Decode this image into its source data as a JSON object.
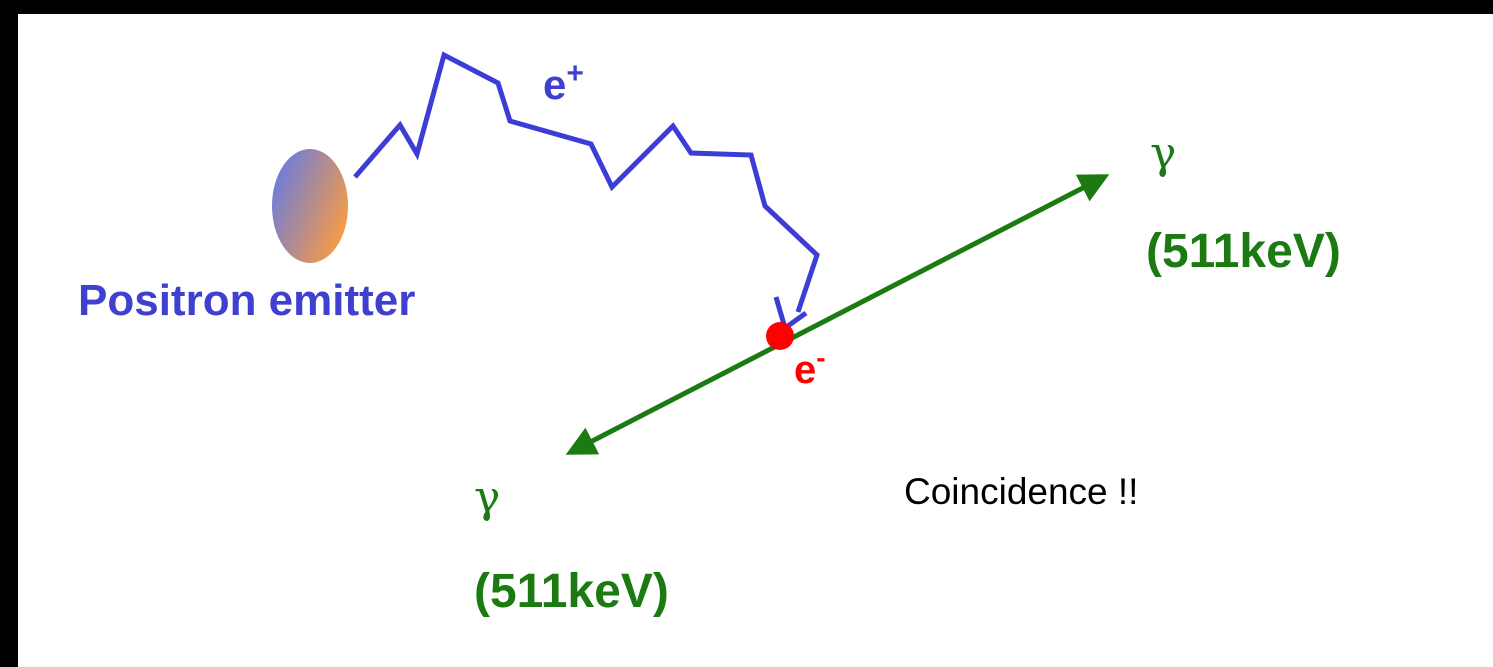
{
  "labels": {
    "emitter": "Positron emitter",
    "positron_base": "e",
    "positron_sup": "+",
    "electron_base": "e",
    "electron_sup": "-",
    "gamma_right": "γ",
    "energy_right": "(511keV)",
    "gamma_left": "γ",
    "energy_left": "(511keV)",
    "coincidence": "Coincidence !!"
  },
  "colors": {
    "background": "#000000",
    "panel": "#ffffff",
    "positron_path": "#3c3cd6",
    "emitter_label": "#4040d0",
    "gamma_line": "#1c7a12",
    "electron_dot": "#ff0000",
    "emitter_gradient": [
      "#5a78f0",
      "#f29a4a"
    ]
  }
}
